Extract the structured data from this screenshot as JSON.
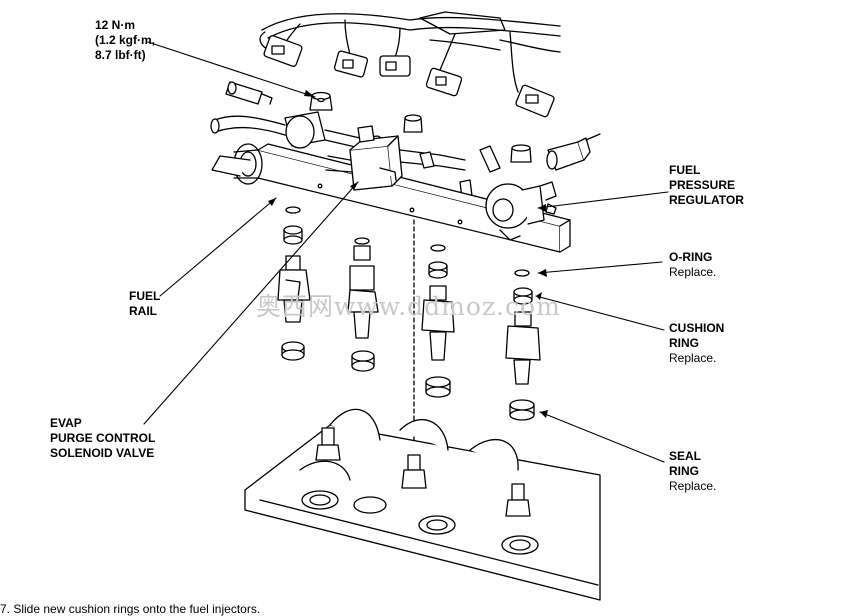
{
  "labels": {
    "torque": [
      "12 N·m",
      "(1.2 kgf·m,",
      "8.7 lbf·ft)"
    ],
    "fuel_rail": [
      "FUEL",
      "RAIL"
    ],
    "evap_valve": [
      "EVAP",
      "PURGE CONTROL",
      "SOLENOID VALVE"
    ],
    "fuel_pressure_regulator": [
      "FUEL",
      "PRESSURE",
      "REGULATOR"
    ],
    "o_ring": {
      "name": "O-RING",
      "note": "Replace."
    },
    "cushion_ring": {
      "name": [
        "CUSHION",
        "RING"
      ],
      "note": "Replace."
    },
    "seal_ring": {
      "name": [
        "SEAL",
        "RING"
      ],
      "note": "Replace."
    }
  },
  "watermark": "奥西网www.ddmoz.com",
  "step_text": "7.  Slide new cushion rings onto the fuel injectors."
}
